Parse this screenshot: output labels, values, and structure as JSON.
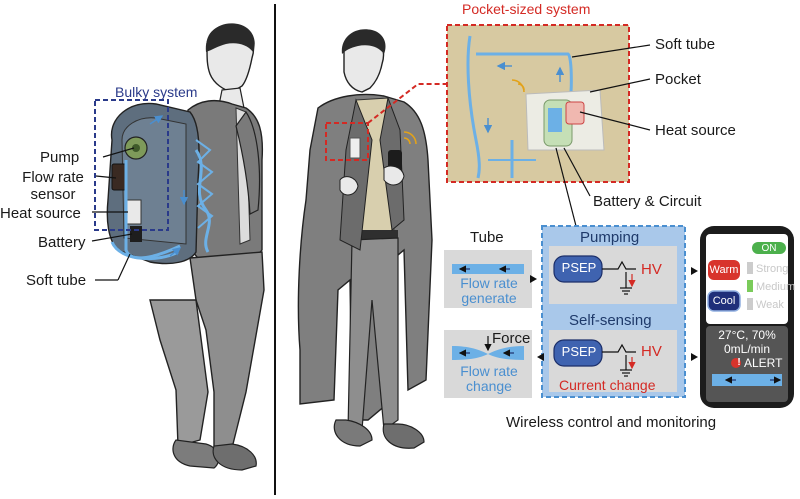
{
  "colors": {
    "tube_blue": "#6cb0e6",
    "dashed_navy": "#2a3a8a",
    "dashed_red": "#d42a24",
    "panel_blue": "#a9c8ea",
    "phone_black": "#1c1c1c",
    "phone_on_green": "#4cb04c",
    "warm_red": "#d8342c",
    "cool_navy": "#1f2f7a",
    "psep_blue": "#3f63b0"
  },
  "left": {
    "title": "Bulky system",
    "labels": {
      "pump": "Pump",
      "flow_sensor_line1": "Flow rate",
      "flow_sensor_line2": "sensor",
      "heat_source": "Heat source",
      "battery": "Battery",
      "soft_tube": "Soft tube"
    }
  },
  "right": {
    "pocket_title": "Pocket-sized system",
    "labels": {
      "soft_tube": "Soft tube",
      "pocket": "Pocket",
      "heat_source": "Heat source",
      "battery_circuit": "Battery & Circuit"
    },
    "tube_section": {
      "title": "Tube",
      "flow_generate_line1": "Flow rate",
      "flow_generate_line2": "generate",
      "force": "Force",
      "flow_change_line1": "Flow rate",
      "flow_change_line2": "change"
    },
    "center_panel": {
      "pumping": "Pumping",
      "psep": "PSEP",
      "hv": "HV",
      "self_sensing": "Self-sensing",
      "current_change": "Current change"
    },
    "phone": {
      "on": "ON",
      "warm": "Warm",
      "cool": "Cool",
      "strong": "Strong",
      "medium": "Medium",
      "weak": "Weak",
      "temp_humidity": "27°C, 70%",
      "flow": "0mL/min",
      "alert": "ALERT"
    },
    "caption": "Wireless control and monitoring"
  }
}
